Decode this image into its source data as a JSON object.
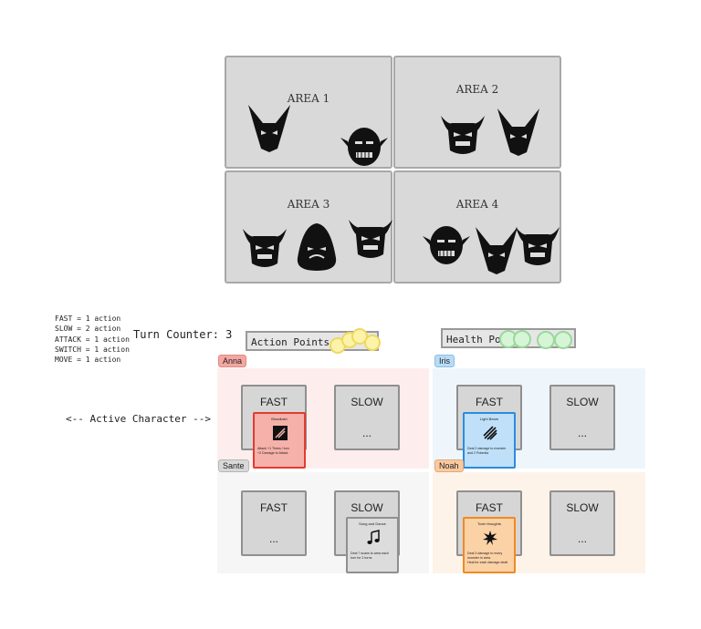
{
  "areas": [
    {
      "title": "AREA 1",
      "monsters": [
        "horned-mask-icon",
        "goblin-face-icon"
      ]
    },
    {
      "title": "AREA 2",
      "monsters": [
        "oni-mask-icon",
        "horned-mask-icon"
      ]
    },
    {
      "title": "AREA 3",
      "monsters": [
        "oni-mask-icon",
        "hooded-brute-icon",
        "oni-mask-icon"
      ]
    },
    {
      "title": "AREA 4",
      "monsters": [
        "goblin-face-icon",
        "horned-mask-icon",
        "oni-mask-icon"
      ]
    }
  ],
  "rules": [
    "FAST = 1 action",
    "SLOW = 2 action",
    "ATTACK = 1 action",
    "SWITCH = 1 action",
    "MOVE = 1 action"
  ],
  "turn_counter": "Turn Counter: 3",
  "active_character": "<-- Active Character -->",
  "action_points": {
    "label": "Action Points:",
    "tokens": 4
  },
  "health_points": {
    "label": "Health Points",
    "tokens": 4
  },
  "colors": {
    "anna": "#f4a7a0",
    "iris": "#b8dcf5",
    "sante": "#d8d8d8",
    "noah": "#f9caa0",
    "card_red": "#e23b2e",
    "card_blue": "#2b8be0",
    "card_orange": "#f08a24"
  },
  "characters": [
    {
      "name": "Anna",
      "fast_label": "FAST",
      "slow_label": "SLOW",
      "fast_dots": "",
      "slow_dots": "...",
      "card": {
        "title": "Bloodlash",
        "text": "Attack +1 Times / turn\n+2 Damage to Attack",
        "icon": "slash-icon"
      }
    },
    {
      "name": "Iris",
      "fast_label": "FAST",
      "slow_label": "SLOW",
      "fast_dots": "",
      "slow_dots": "...",
      "card": {
        "title": "Light Beam",
        "text": "Deal 2 damage to monster\nand 2 Potentia",
        "icon": "beam-icon"
      }
    },
    {
      "name": "Sante",
      "fast_label": "FAST",
      "slow_label": "SLOW",
      "fast_dots": "...",
      "slow_dots": "",
      "card": {
        "title": "Song and Dance",
        "text": "Deal ? scans to area each\nturn for 2 turns",
        "icon": "music-note-icon"
      }
    },
    {
      "name": "Noah",
      "fast_label": "FAST",
      "slow_label": "SLOW",
      "fast_dots": "",
      "slow_dots": "...",
      "card": {
        "title": "Toxin thoughts",
        "text": "Deal 3 damage to every\nmonster in area.\nHeal for each damage dealt",
        "icon": "burst-icon"
      }
    }
  ]
}
